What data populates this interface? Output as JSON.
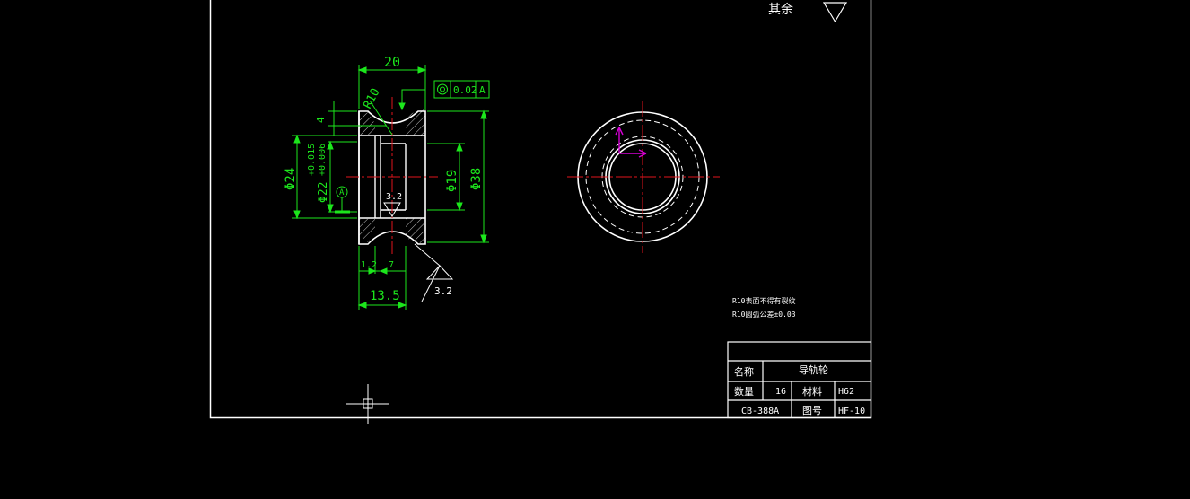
{
  "surface": {
    "label": "其余",
    "symbol": "roughness-triangle"
  },
  "side_view": {
    "dims": {
      "width_top": "20",
      "radius": "R10",
      "depth": "4",
      "d24": "Φ24",
      "d22": "Φ22",
      "d22_upper": "+0.015",
      "d22_lower": "+0.006",
      "d19": "Φ19",
      "d38": "Φ38",
      "w_1_2": "1.2",
      "w_7": "7",
      "w_13_5": "13.5",
      "rough_inner": "3.2",
      "rough_outer": "3.2"
    },
    "tolerance": {
      "symbol": "concentricity-icon",
      "value": "0.02",
      "datum": "A"
    },
    "datum_label": "A"
  },
  "notes": [
    "R10表面不得有裂纹",
    "R10圆弧公差±0.03"
  ],
  "title_block": {
    "name_label": "名称",
    "name_value": "导轨轮",
    "qty_label": "数量",
    "qty_value": "16",
    "material_label": "材料",
    "material_value": "H62",
    "code": "CB-388A",
    "drawing_label": "图号",
    "drawing_value": "HF-10"
  },
  "colors": {
    "outline": "#ffffff",
    "dimension": "#1ce61c",
    "centerline": "#e0131b",
    "ucs": "#d400d4",
    "background": "#000000"
  }
}
